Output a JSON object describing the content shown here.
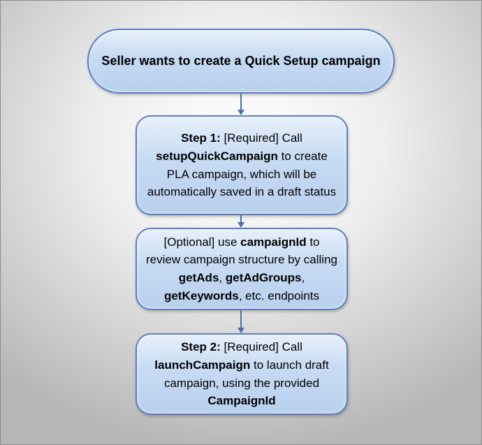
{
  "start": {
    "text": "Seller wants to create a Quick Setup campaign"
  },
  "step1": {
    "label": "Step 1:",
    "text_a": " [Required] Call ",
    "endpoint": "setupQuickCampaign",
    "text_b": " to create PLA campaign, which will be automatically  saved in a draft status"
  },
  "optional": {
    "text_a": "[Optional] use ",
    "field": "campaignId",
    "text_b": " to review campaign structure by calling ",
    "endpoint_1": "getAds",
    "sep_1": ", ",
    "endpoint_2": "getAdGroups",
    "sep_2": ", ",
    "endpoint_3": "getKeywords",
    "text_c": ", etc. endpoints"
  },
  "step2": {
    "label": "Step 2:",
    "text_a": " [Required] Call ",
    "endpoint": "launchCampaign",
    "text_b": " to launch draft campaign, using the provided ",
    "field": "CampaignId"
  },
  "colors": {
    "node_border": "#5b7fbf",
    "node_fill": "#c6daf2",
    "connector": "#4a6fb0"
  }
}
